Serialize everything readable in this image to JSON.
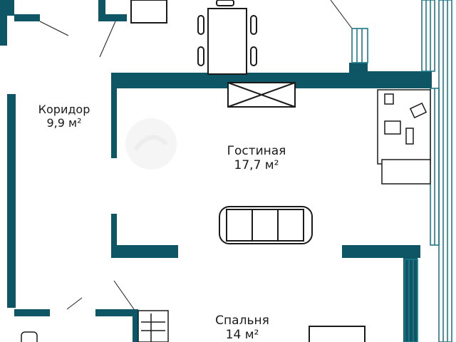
{
  "plan": {
    "wall_color": "#0e5566",
    "line_color": "#1a1a1a",
    "window_color": "#1e7a8a",
    "watermark_color": "#e6e6e6"
  },
  "rooms": {
    "corridor": {
      "name": "Коридор",
      "area": "9,9 м²"
    },
    "living": {
      "name": "Гостиная",
      "area": "17,7 м²"
    },
    "bedroom": {
      "name": "Спальня",
      "area": "14 м²"
    }
  },
  "furniture": [
    "dining-table",
    "chair",
    "tv-stand",
    "sofa",
    "desk",
    "office-chair",
    "shelf",
    "wardrobe",
    "bed",
    "toilet",
    "radiator"
  ],
  "watermark_icon": "cian-logo-icon"
}
